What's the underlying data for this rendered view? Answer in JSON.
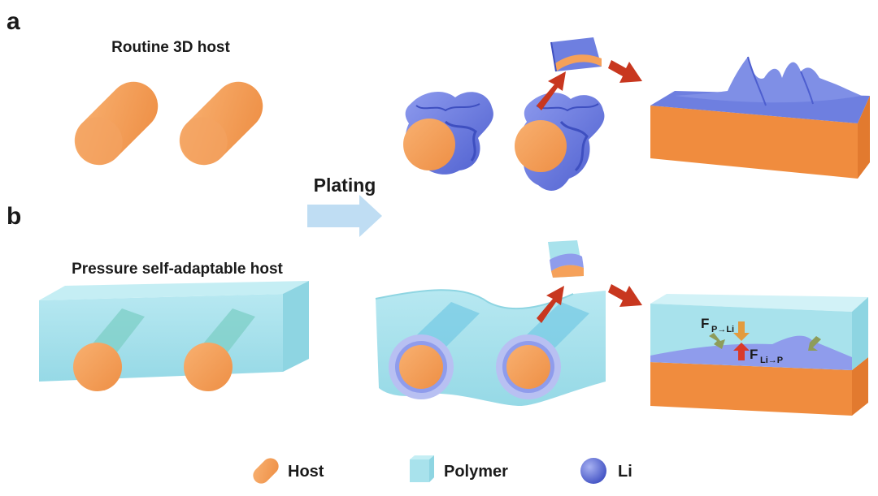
{
  "panels": {
    "a": {
      "letter": "a",
      "title": "Routine 3D host"
    },
    "b": {
      "letter": "b",
      "title": "Pressure self-adaptable host"
    }
  },
  "process": {
    "label": "Plating"
  },
  "forces": {
    "polymer_on_li": {
      "main": "F",
      "sub": "P→Li"
    },
    "li_on_polymer": {
      "main": "F",
      "sub": "Li→P"
    }
  },
  "legend": [
    {
      "key": "host",
      "label": "Host"
    },
    {
      "key": "polymer",
      "label": "Polymer"
    },
    {
      "key": "li",
      "label": "Li"
    }
  ],
  "colors": {
    "host": "#F5A15A",
    "host_dark": "#E9893B",
    "polymer": "#A8E2EC",
    "polymer_dark": "#7FCFDD",
    "li": "#6E7FE0",
    "li_light": "#9FA9EC",
    "arrow_red": "#C8371F",
    "arrow_blue": "#BFDDF3"
  }
}
